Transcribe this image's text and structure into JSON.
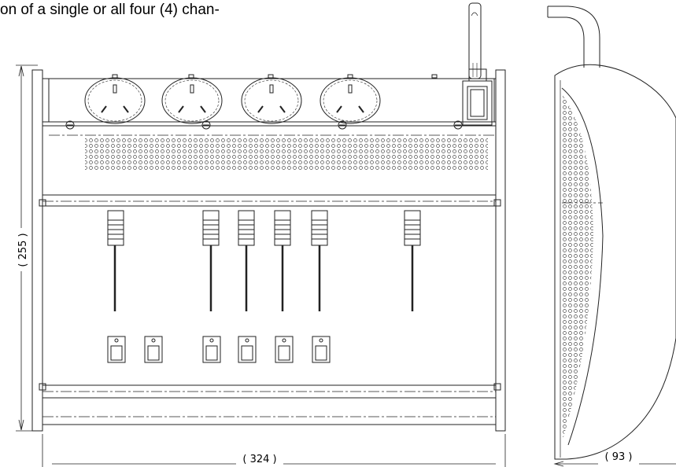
{
  "header_text": "on of a single or all four (4) chan-",
  "dimensions": {
    "height_label": "( 255 )",
    "width_label": "( 324 )",
    "depth_label": "( 93 )"
  },
  "front_view": {
    "outlet_count": 4,
    "fader_count": 6,
    "button_count": 6
  }
}
